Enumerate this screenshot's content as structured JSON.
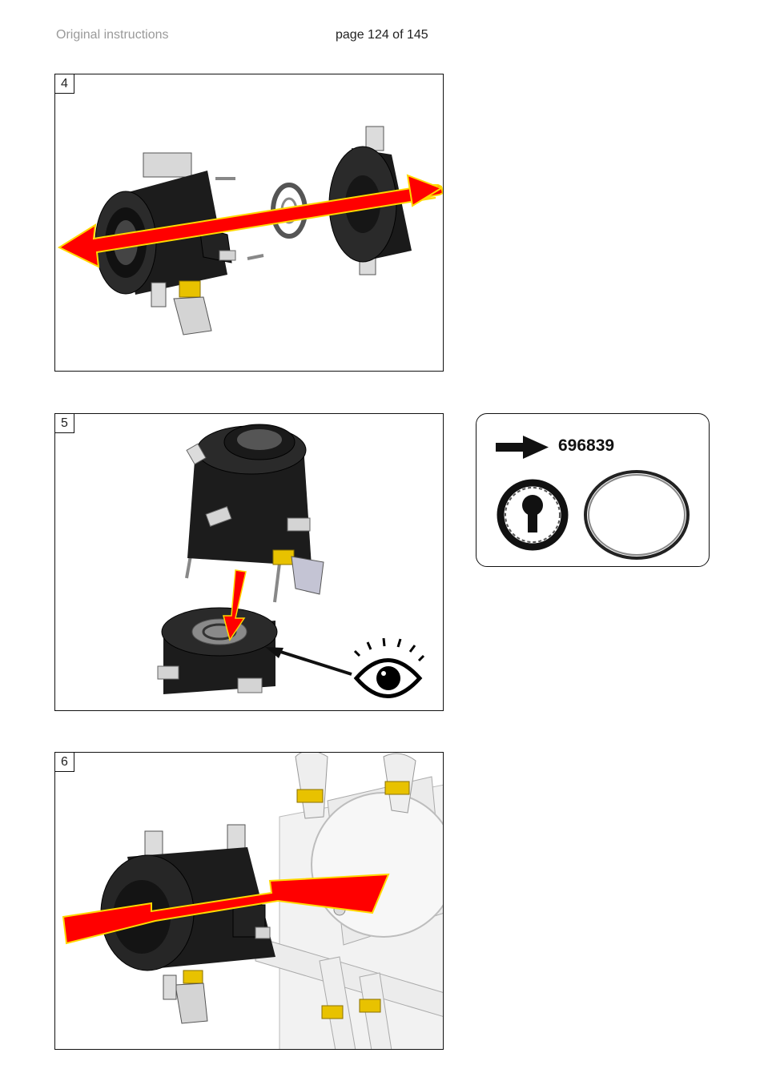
{
  "header": {
    "left_text": "Original instructions",
    "page_text": "page 124 of 145"
  },
  "steps": [
    {
      "number": "4"
    },
    {
      "number": "5"
    },
    {
      "number": "6"
    }
  ],
  "part": {
    "number": "696839"
  },
  "colors": {
    "arrow_red": "#ff0000",
    "arrow_edge": "#ffd800",
    "body_black": "#1c1c1c",
    "brass": "#e8c200",
    "fitting_gray": "#d4d4d4"
  },
  "icons": [
    "arrow-right-icon",
    "seal-icon",
    "o-ring-icon",
    "eye-icon"
  ]
}
